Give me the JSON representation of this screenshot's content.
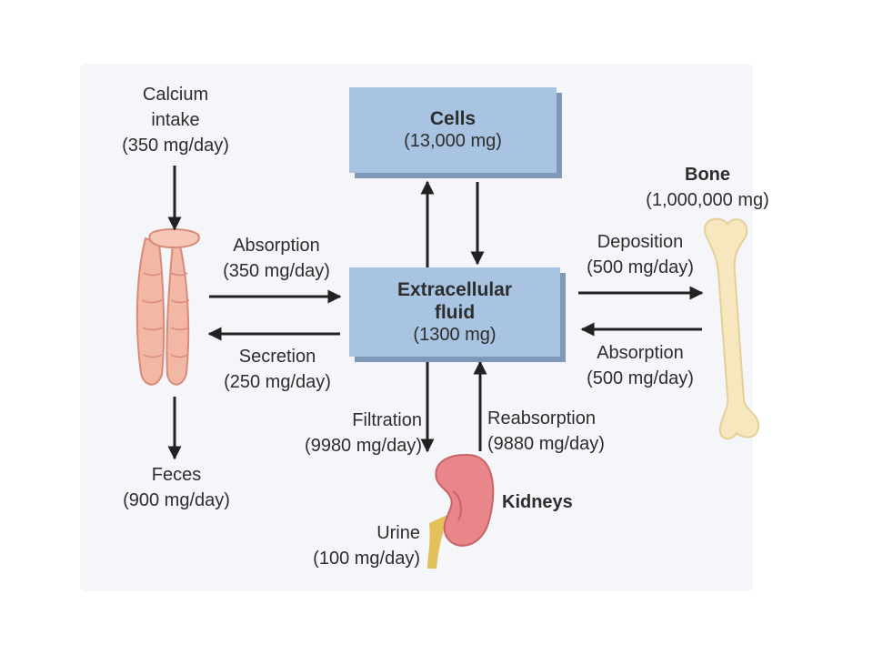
{
  "boxes": {
    "cells": {
      "title": "Cells",
      "value": "(13,000 mg)"
    },
    "ecf": {
      "title_line1": "Extracellular",
      "title_line2": "fluid",
      "value": "(1300 mg)"
    }
  },
  "labels": {
    "intake": {
      "line1": "Calcium",
      "line2": "intake",
      "line3": "(350 mg/day)"
    },
    "gut_absorption": {
      "line1": "Absorption",
      "line2": "(350 mg/day)"
    },
    "secretion": {
      "line1": "Secretion",
      "line2": "(250 mg/day)"
    },
    "feces": {
      "line1": "Feces",
      "line2": "(900 mg/day)"
    },
    "bone": {
      "title": "Bone",
      "value": "(1,000,000 mg)"
    },
    "deposition": {
      "line1": "Deposition",
      "line2": "(500 mg/day)"
    },
    "bone_absorption": {
      "line1": "Absorption",
      "line2": "(500 mg/day)"
    },
    "filtration": {
      "line1": "Filtration",
      "line2": "(9980 mg/day)"
    },
    "reabsorption": {
      "line1": "Reabsorption",
      "line2": "(9880 mg/day)"
    },
    "kidneys": {
      "title": "Kidneys"
    },
    "urine": {
      "line1": "Urine",
      "line2": "(100 mg/day)"
    }
  },
  "colors": {
    "box_fill": "#a9c4e2",
    "box_shadow": "#7f98b8",
    "arrow": "#222222",
    "intestine": "#f3b7a5",
    "kidney": "#e9868a",
    "bone": "#f7e7bf",
    "ureter": "#e2c15a"
  },
  "icons": [
    "intestine-icon",
    "bone-icon",
    "kidney-icon"
  ]
}
